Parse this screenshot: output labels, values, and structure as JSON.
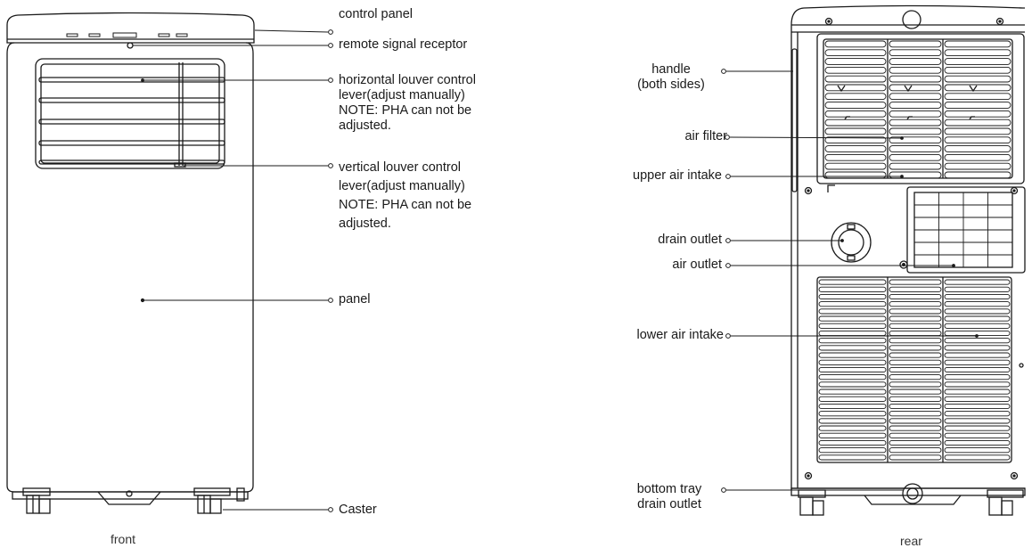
{
  "front": {
    "caption": "front",
    "labels": {
      "control_panel": "control panel",
      "remote_signal_receptor": "remote signal receptor",
      "horizontal_louver": [
        "horizontal louver control",
        "lever(adjust manually)",
        "NOTE: PHA can not be",
        "adjusted."
      ],
      "vertical_louver": [
        "vertical louver control",
        "lever(adjust manually)",
        "NOTE: PHA can not be",
        "adjusted."
      ],
      "panel": "panel",
      "caster": "Caster"
    }
  },
  "rear": {
    "caption": "rear",
    "labels": {
      "handle": [
        "handle",
        "(both sides)"
      ],
      "air_filter": "air filter",
      "upper_air_intake": "upper air intake",
      "drain_outlet": "drain outlet",
      "air_outlet": "air outlet",
      "lower_air_intake": "lower air intake",
      "bottom_tray": [
        "bottom tray",
        "drain outlet"
      ]
    }
  }
}
